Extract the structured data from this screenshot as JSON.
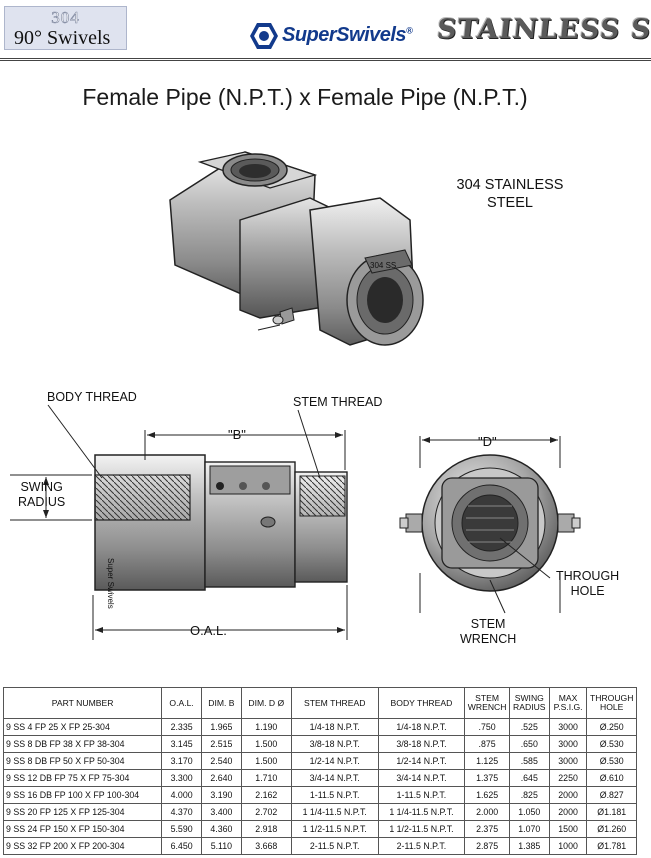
{
  "header": {
    "series_number": "304",
    "series_label": "90° Swivels",
    "brand_name": "SuperSwivels",
    "brand_mark": "®",
    "material_banner": "STAINLESS STEEL"
  },
  "title": "Female Pipe (N.P.T.) x Female Pipe (N.P.T.)",
  "material_note": [
    "304 STAINLESS",
    "STEEL"
  ],
  "diagram": {
    "body_thread": "BODY THREAD",
    "stem_thread": "STEM THREAD",
    "dim_b": "\"B\"",
    "swing_radius": [
      "SWING",
      "RADIUS"
    ],
    "oal": "O.A.L.",
    "dim_d": "\"D\"",
    "through_hole": [
      "THROUGH",
      "HOLE"
    ],
    "stem_wrench": [
      "STEM",
      "WRENCH"
    ],
    "body_engraving": "Super Swivels",
    "iso_engraving": "304 SS"
  },
  "table": {
    "columns": [
      "PART NUMBER",
      "O.A.L.",
      "DIM. B",
      "DIM. D Ø",
      "STEM THREAD",
      "BODY THREAD",
      "STEM WRENCH",
      "SWING RADIUS",
      "MAX P.S.I.G.",
      "THROUGH HOLE"
    ],
    "rows": [
      [
        "9 SS 4 FP 25 X FP 25-304",
        "2.335",
        "1.965",
        "1.190",
        "1/4-18 N.P.T.",
        "1/4-18 N.P.T.",
        ".750",
        ".525",
        "3000",
        "Ø.250"
      ],
      [
        "9 SS 8 DB FP 38 X FP 38-304",
        "3.145",
        "2.515",
        "1.500",
        "3/8-18 N.P.T.",
        "3/8-18 N.P.T.",
        ".875",
        ".650",
        "3000",
        "Ø.530"
      ],
      [
        "9 SS 8 DB FP 50 X FP 50-304",
        "3.170",
        "2.540",
        "1.500",
        "1/2-14 N.P.T.",
        "1/2-14 N.P.T.",
        "1.125",
        ".585",
        "3000",
        "Ø.530"
      ],
      [
        "9 SS 12 DB FP 75 X FP 75-304",
        "3.300",
        "2.640",
        "1.710",
        "3/4-14 N.P.T.",
        "3/4-14 N.P.T.",
        "1.375",
        ".645",
        "2250",
        "Ø.610"
      ],
      [
        "9 SS 16 DB FP 100 X FP 100-304",
        "4.000",
        "3.190",
        "2.162",
        "1-11.5 N.P.T.",
        "1-11.5 N.P.T.",
        "1.625",
        ".825",
        "2000",
        "Ø.827"
      ],
      [
        "9 SS 20 FP 125 X FP 125-304",
        "4.370",
        "3.400",
        "2.702",
        "1 1/4-11.5 N.P.T.",
        "1 1/4-11.5 N.P.T.",
        "2.000",
        "1.050",
        "2000",
        "Ø1.181"
      ],
      [
        "9 SS 24 FP 150 X FP 150-304",
        "5.590",
        "4.360",
        "2.918",
        "1 1/2-11.5 N.P.T.",
        "1 1/2-11.5 N.P.T.",
        "2.375",
        "1.070",
        "1500",
        "Ø1.260"
      ],
      [
        "9 SS 32 FP 200 X FP 200-304",
        "6.450",
        "5.110",
        "3.668",
        "2-11.5 N.P.T.",
        "2-11.5 N.P.T.",
        "2.875",
        "1.385",
        "1000",
        "Ø1.781"
      ]
    ]
  }
}
